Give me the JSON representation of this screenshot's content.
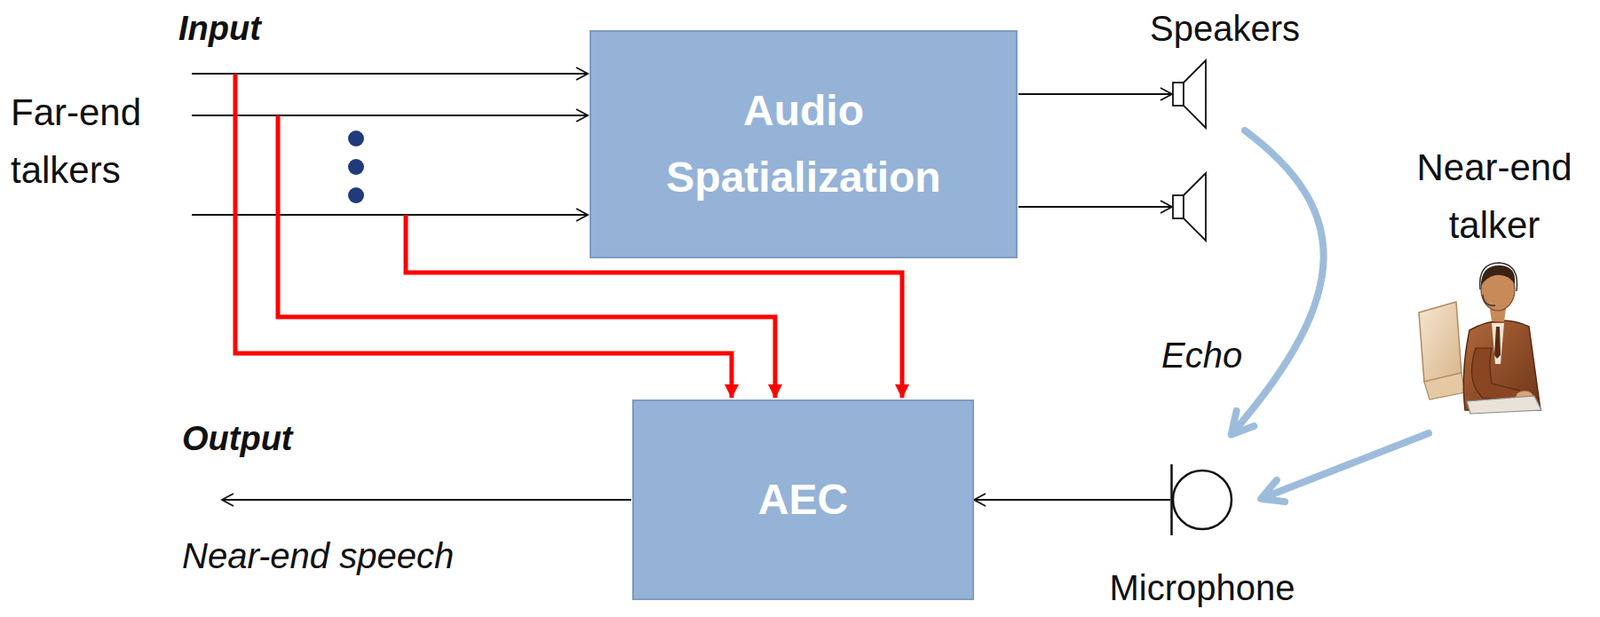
{
  "diagram": {
    "nodes": [
      {
        "text": [
          "Audio Spatialization"
        ]
      },
      {
        "text": [
          "AEC"
        ]
      },
      {
        "text": [
          "Microphone"
        ]
      }
    ],
    "edges": [
      {
        "from": 2,
        "to": 1,
        "arrow": "to"
      }
    ],
    "labels": [
      "Input",
      "Far-end talkers",
      "Speakers",
      "Near-end talker",
      "Echo",
      "Output",
      "Near-end speech"
    ]
  }
}
